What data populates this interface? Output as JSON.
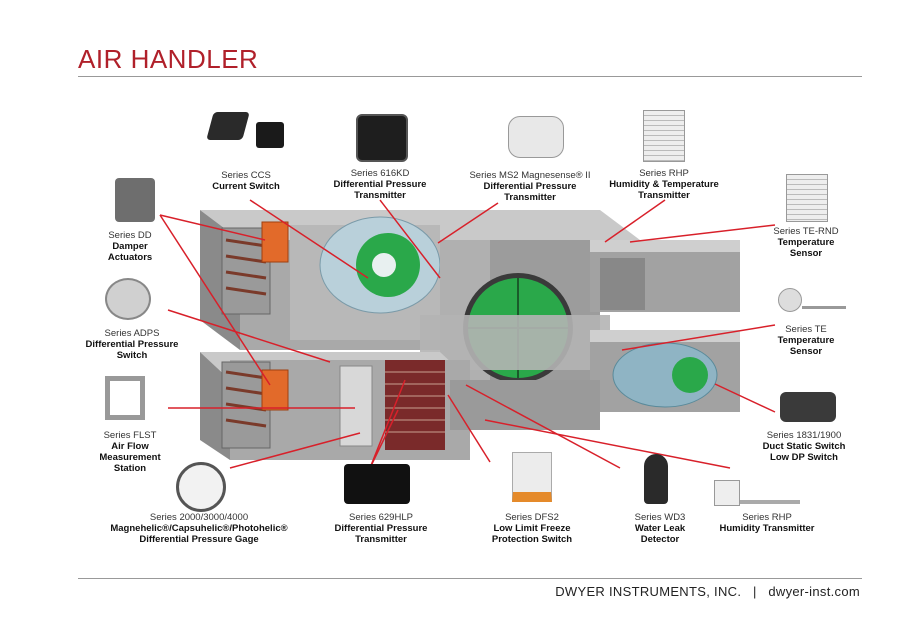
{
  "title": "AIR HANDLER",
  "footer": "DWYER INSTRUMENTS, INC.   |   dwyer-inst.com",
  "colors": {
    "title": "#b0202a",
    "leader": "#d8202a",
    "fan": "#2aa84a"
  },
  "labels": {
    "ccs": {
      "series": "Series CCS",
      "desc": "Current Switch"
    },
    "kd616": {
      "series": "Series 616KD",
      "desc": "Differential Pressure Transmitter"
    },
    "ms2": {
      "series": "Series MS2 Magnesense® II",
      "desc": "Differential Pressure Transmitter"
    },
    "rhp_top": {
      "series": "Series RHP",
      "desc": "Humidity & Temperature Transmitter"
    },
    "dd": {
      "series": "Series DD",
      "desc": "Damper Actuators"
    },
    "adps": {
      "series": "Series ADPS",
      "desc": "Differential Pressure Switch"
    },
    "flst": {
      "series": "Series FLST",
      "desc": "Air Flow Measurement Station"
    },
    "gage": {
      "series": "Series 2000/3000/4000",
      "desc": "Magnehelic®/Capsuhelic®/Photohelic® Differential Pressure Gage"
    },
    "hlp629": {
      "series": "Series 629HLP",
      "desc": "Differential Pressure Transmitter"
    },
    "dfs2": {
      "series": "Series DFS2",
      "desc": "Low Limit Freeze Protection Switch"
    },
    "wd3": {
      "series": "Series WD3",
      "desc": "Water Leak Detector"
    },
    "rhp_bot": {
      "series": "Series RHP",
      "desc": "Humidity Transmitter"
    },
    "te_rnd": {
      "series": "Series TE-RND",
      "desc": "Temperature Sensor"
    },
    "te": {
      "series": "Series TE",
      "desc": "Temperature Sensor"
    },
    "s1831": {
      "series": "Series 1831/1900",
      "desc": "Duct Static Switch Low DP Switch"
    }
  }
}
